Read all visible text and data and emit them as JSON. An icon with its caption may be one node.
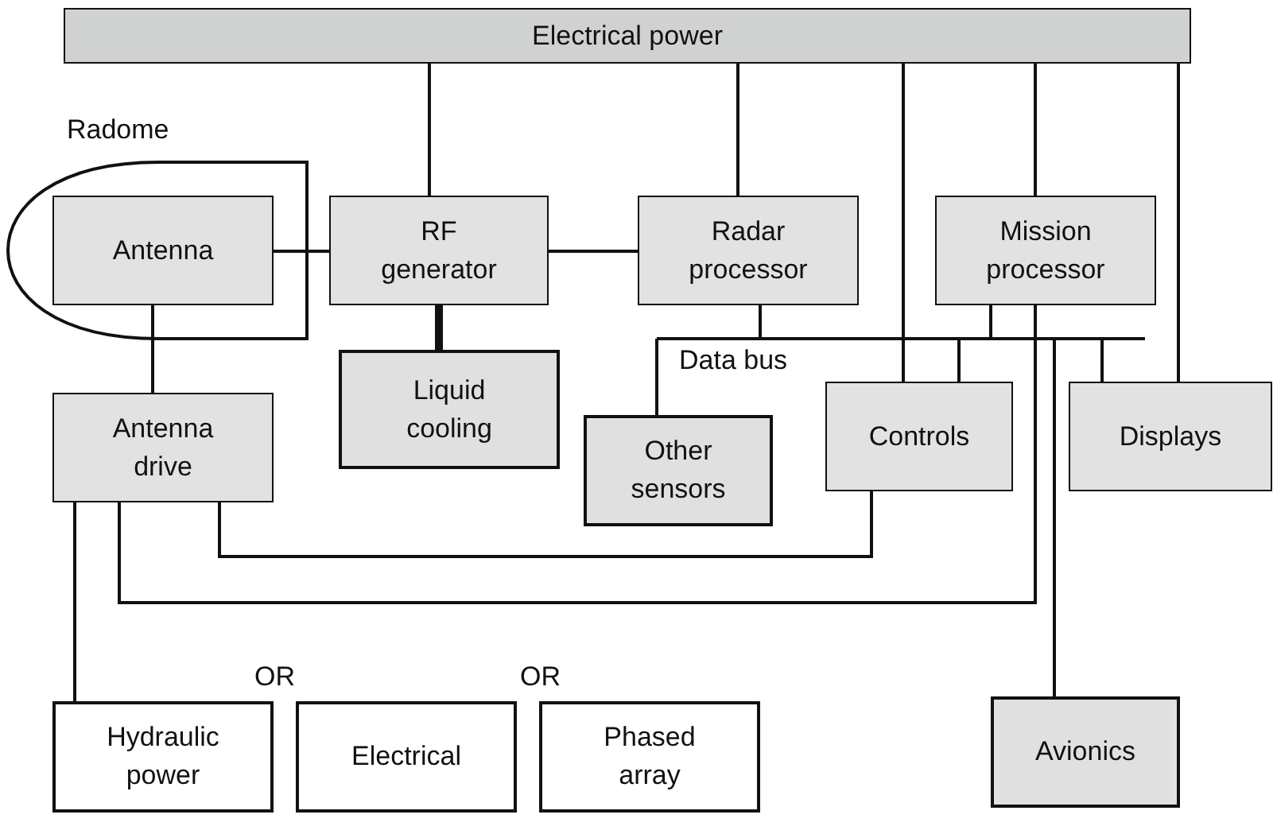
{
  "diagram": {
    "nodes": [
      {
        "text": [
          "Electrical power"
        ]
      },
      {
        "text": [
          "Radome"
        ]
      },
      {
        "text": [
          "Antenna"
        ],
        "in": 1
      },
      {
        "text": [
          "RF generator"
        ]
      },
      {
        "text": [
          "Radar processor"
        ]
      },
      {
        "text": [
          "Mission processor"
        ]
      },
      {
        "text": [
          "Liquid cooling"
        ]
      },
      {
        "text": [
          "Data bus"
        ]
      },
      {
        "text": [
          "Other sensors"
        ]
      },
      {
        "text": [
          "Controls"
        ]
      },
      {
        "text": [
          "Displays"
        ]
      },
      {
        "text": [
          "Antenna drive"
        ]
      },
      {
        "text": [
          "Hydraulic power"
        ]
      },
      {
        "text": [
          "Electrical"
        ]
      },
      {
        "text": [
          "Phased array"
        ]
      },
      {
        "text": [
          "Avionics"
        ]
      }
    ],
    "edges": [
      {
        "from": 0,
        "to": 3,
        "arrow": "none"
      },
      {
        "from": 0,
        "to": 4,
        "arrow": "none"
      },
      {
        "from": 0,
        "to": 9,
        "arrow": "none"
      },
      {
        "from": 0,
        "to": 5,
        "arrow": "none"
      },
      {
        "from": 0,
        "to": 10,
        "arrow": "none"
      },
      {
        "from": 2,
        "to": 3,
        "arrow": "none"
      },
      {
        "from": 3,
        "to": 4,
        "arrow": "none"
      },
      {
        "from": 3,
        "to": 6,
        "arrow": "none",
        "style": "thick"
      },
      {
        "from": 2,
        "to": 11,
        "arrow": "none"
      },
      {
        "from": 4,
        "to": 7,
        "arrow": "none"
      },
      {
        "from": 5,
        "to": 7,
        "arrow": "none"
      },
      {
        "from": 7,
        "to": 8,
        "arrow": "none"
      },
      {
        "from": 7,
        "to": 9,
        "arrow": "none"
      },
      {
        "from": 7,
        "to": 10,
        "arrow": "none"
      },
      {
        "from": 7,
        "to": 15,
        "arrow": "none"
      },
      {
        "from": 5,
        "to": 11,
        "arrow": "none"
      },
      {
        "from": 9,
        "to": 11,
        "arrow": "none"
      },
      {
        "from": 11,
        "to": 12,
        "arrow": "none"
      }
    ],
    "labels": [
      "OR",
      "OR"
    ]
  }
}
